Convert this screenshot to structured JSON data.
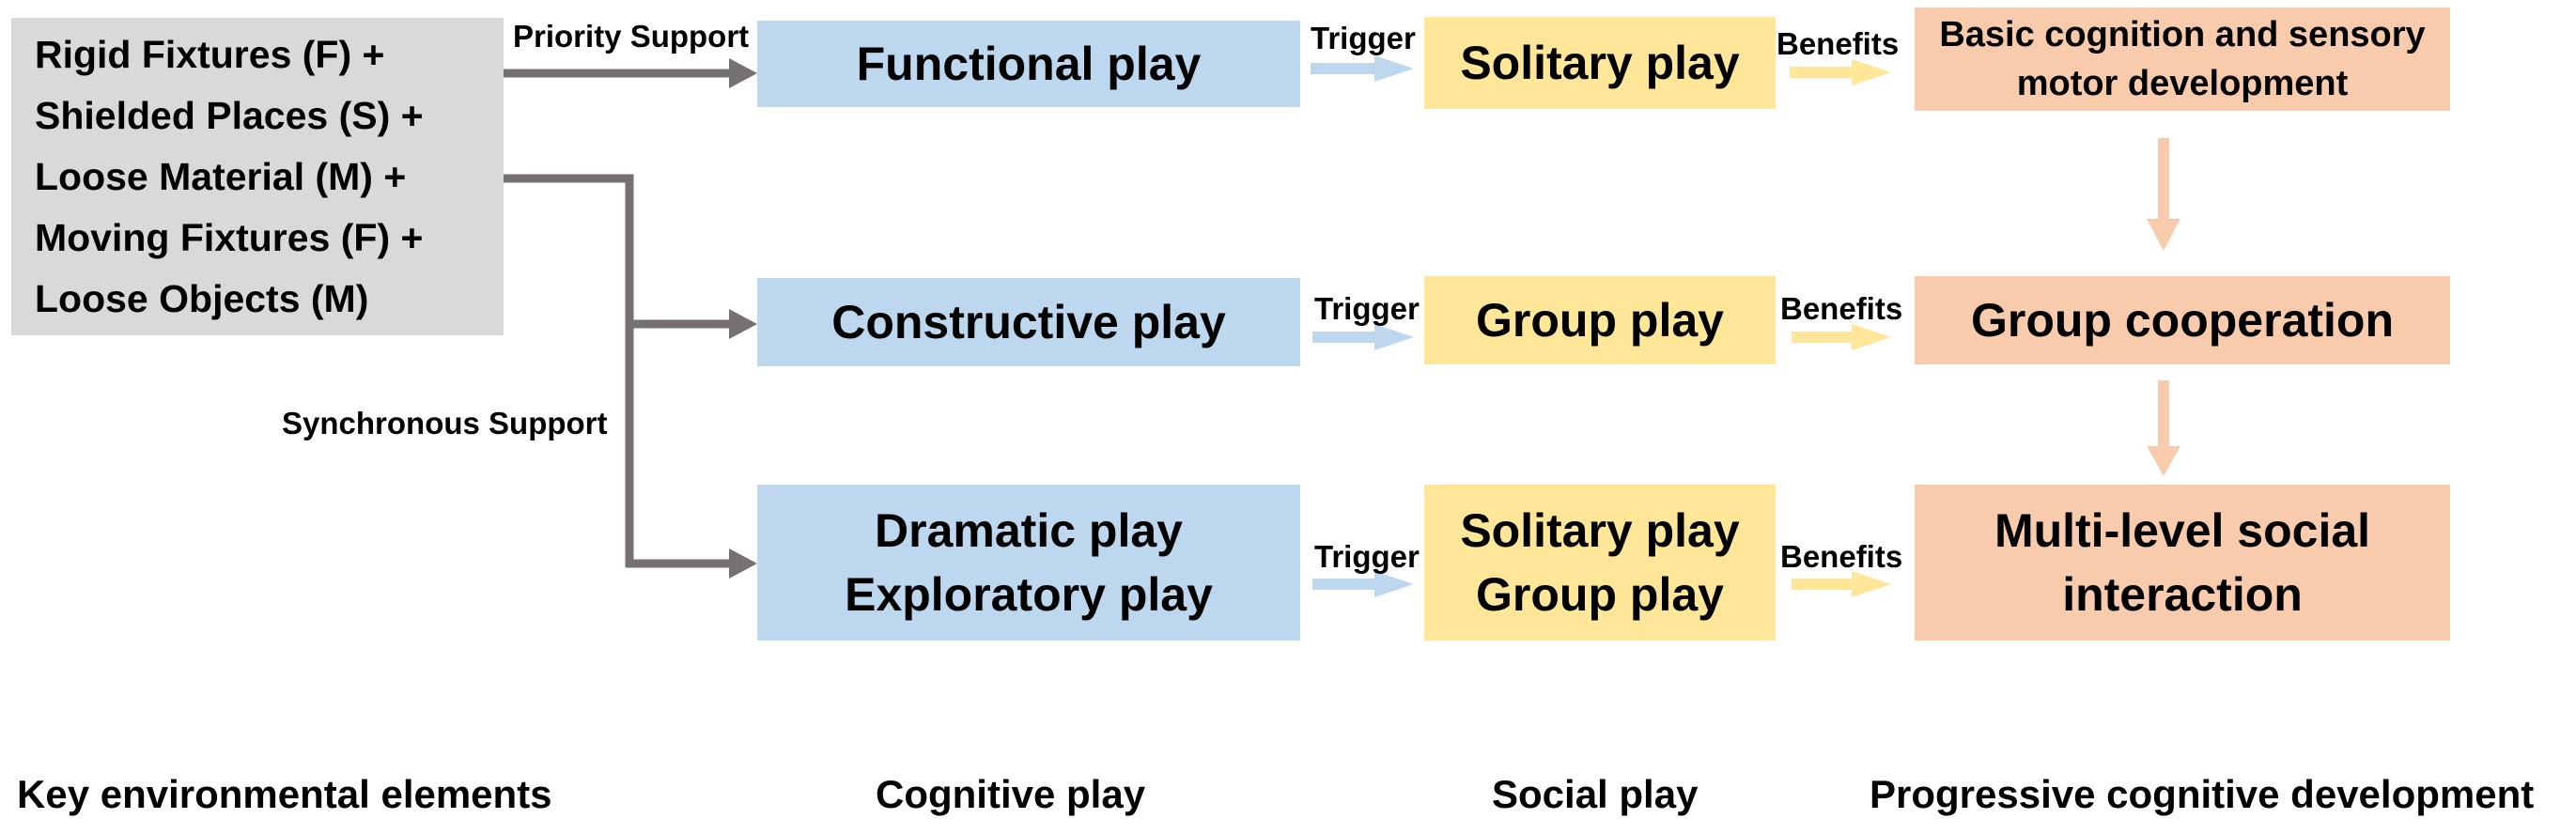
{
  "environment": {
    "lines": [
      "Rigid Fixtures (F) +",
      "Shielded Places (S) +",
      "Loose Material (M) +",
      "Moving Fixtures (F) +",
      "Loose Objects (M)"
    ]
  },
  "support": {
    "priority": "Priority Support",
    "synchronous": "Synchronous Support"
  },
  "cognitive": {
    "functional": "Functional play",
    "constructive": "Constructive play",
    "dramatic": "Dramatic play",
    "exploratory": "Exploratory play"
  },
  "social": {
    "solitary": "Solitary play",
    "group": "Group play",
    "solitary_row3": "Solitary play",
    "group_row3": "Group play"
  },
  "development": {
    "basic_line1": "Basic cognition and sensory",
    "basic_line2": "motor development",
    "group_coop": "Group cooperation",
    "multi_line1": "Multi-level social",
    "multi_line2": "interaction"
  },
  "connectors": {
    "trigger": "Trigger",
    "benefits": "Benefits"
  },
  "columns": {
    "env": "Key environmental elements",
    "cog": "Cognitive play",
    "soc": "Social play",
    "dev": "Progressive cognitive development"
  },
  "colors": {
    "env_fill": "#d9d9d9",
    "cog_fill": "#bdd7ee",
    "soc_fill": "#ffe699",
    "dev_fill": "#f8cbad",
    "support_arrow": "#767171",
    "trigger_arrow": "#bdd7ee",
    "benefits_arrow": "#ffe699",
    "progress_arrow": "#f8cbad"
  }
}
